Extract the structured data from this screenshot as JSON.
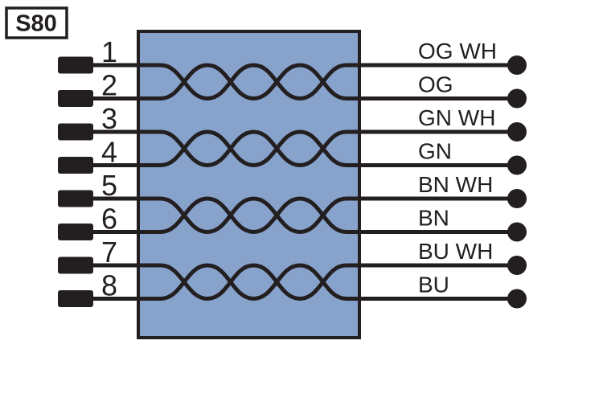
{
  "title": "S80",
  "wires": [
    {
      "pin": "1",
      "label": "OG WH"
    },
    {
      "pin": "2",
      "label": "OG"
    },
    {
      "pin": "3",
      "label": "GN WH"
    },
    {
      "pin": "4",
      "label": "GN"
    },
    {
      "pin": "5",
      "label": "BN WH"
    },
    {
      "pin": "6",
      "label": "BN"
    },
    {
      "pin": "7",
      "label": "BU WH"
    },
    {
      "pin": "8",
      "label": "BU"
    }
  ],
  "twisted_pairs": [
    {
      "pins": "1-2"
    },
    {
      "pins": "3-4"
    },
    {
      "pins": "5-6"
    },
    {
      "pins": "7-8"
    }
  ],
  "colors": {
    "cable_fill": "#87A3CC",
    "line": "#231F20",
    "background": "#FFFFFF"
  }
}
